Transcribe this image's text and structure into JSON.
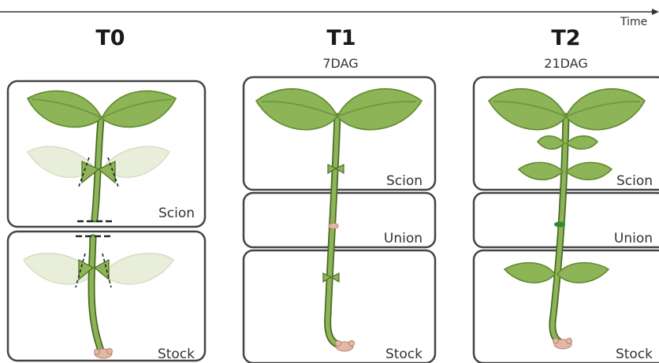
{
  "time_axis": {
    "label": "Time"
  },
  "stages": [
    {
      "title": "T0",
      "subtitle": "",
      "boxes": [
        "Scion",
        "Stock"
      ]
    },
    {
      "title": "T1",
      "subtitle": "7DAG",
      "boxes": [
        "Scion",
        "Union",
        "Stock"
      ]
    },
    {
      "title": "T2",
      "subtitle": "21DAG",
      "boxes": [
        "Scion",
        "Union",
        "Stock"
      ]
    }
  ],
  "colors": {
    "leaf": "#8db456",
    "stem": "#4a6a25",
    "ghost_leaf": "#e9eedb",
    "root": "#e3b8a6",
    "union_t2": "#2e8b2e"
  }
}
